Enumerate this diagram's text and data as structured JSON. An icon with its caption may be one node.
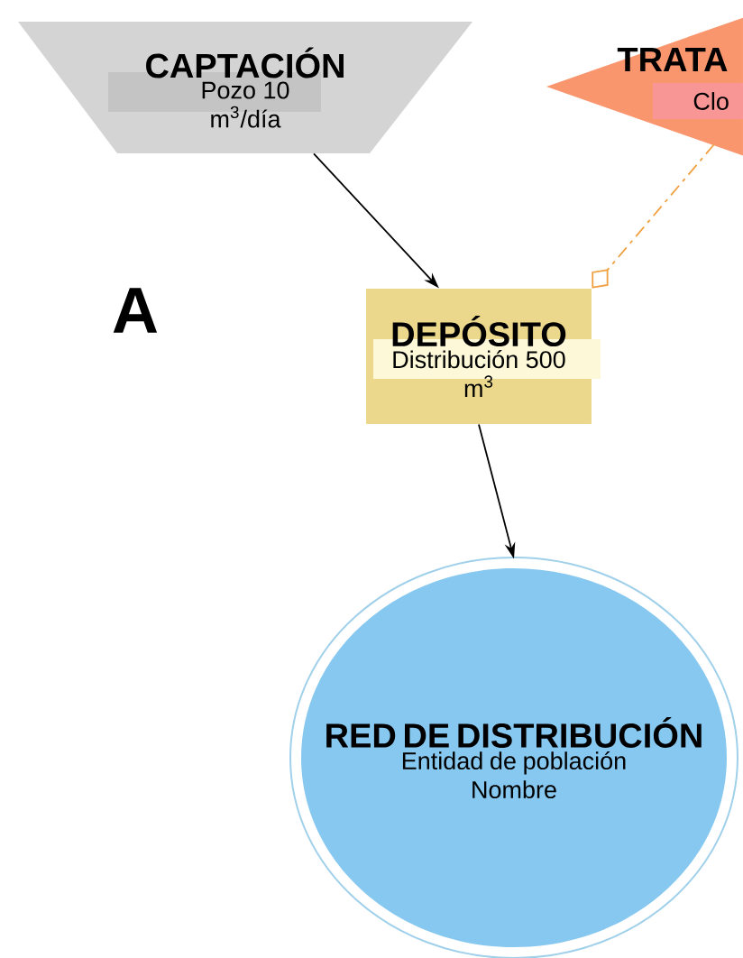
{
  "diagram": {
    "nodes": [
      {
        "text": [
          "CAPTACIÓN",
          "Pozo 10 m$^{3}$/día"
        ]
      },
      {
        "text": [
          "TRATA",
          "Clo"
        ]
      },
      {
        "text": [
          "DEPÓSITO",
          "Distribución 500 m$^{3}$"
        ]
      },
      {
        "text": [
          "RED DE DISTRIBUCIÓN",
          "Entidad de población Nombre"
        ]
      }
    ],
    "edges": [
      {
        "from": 0,
        "to": 2,
        "arrow": "to"
      },
      {
        "from": 1,
        "to": 2,
        "arrow": "other",
        "style": "dashed",
        "color": "#f0a040"
      },
      {
        "from": 2,
        "to": 3,
        "arrow": "to"
      }
    ],
    "labels": [
      "A"
    ]
  }
}
